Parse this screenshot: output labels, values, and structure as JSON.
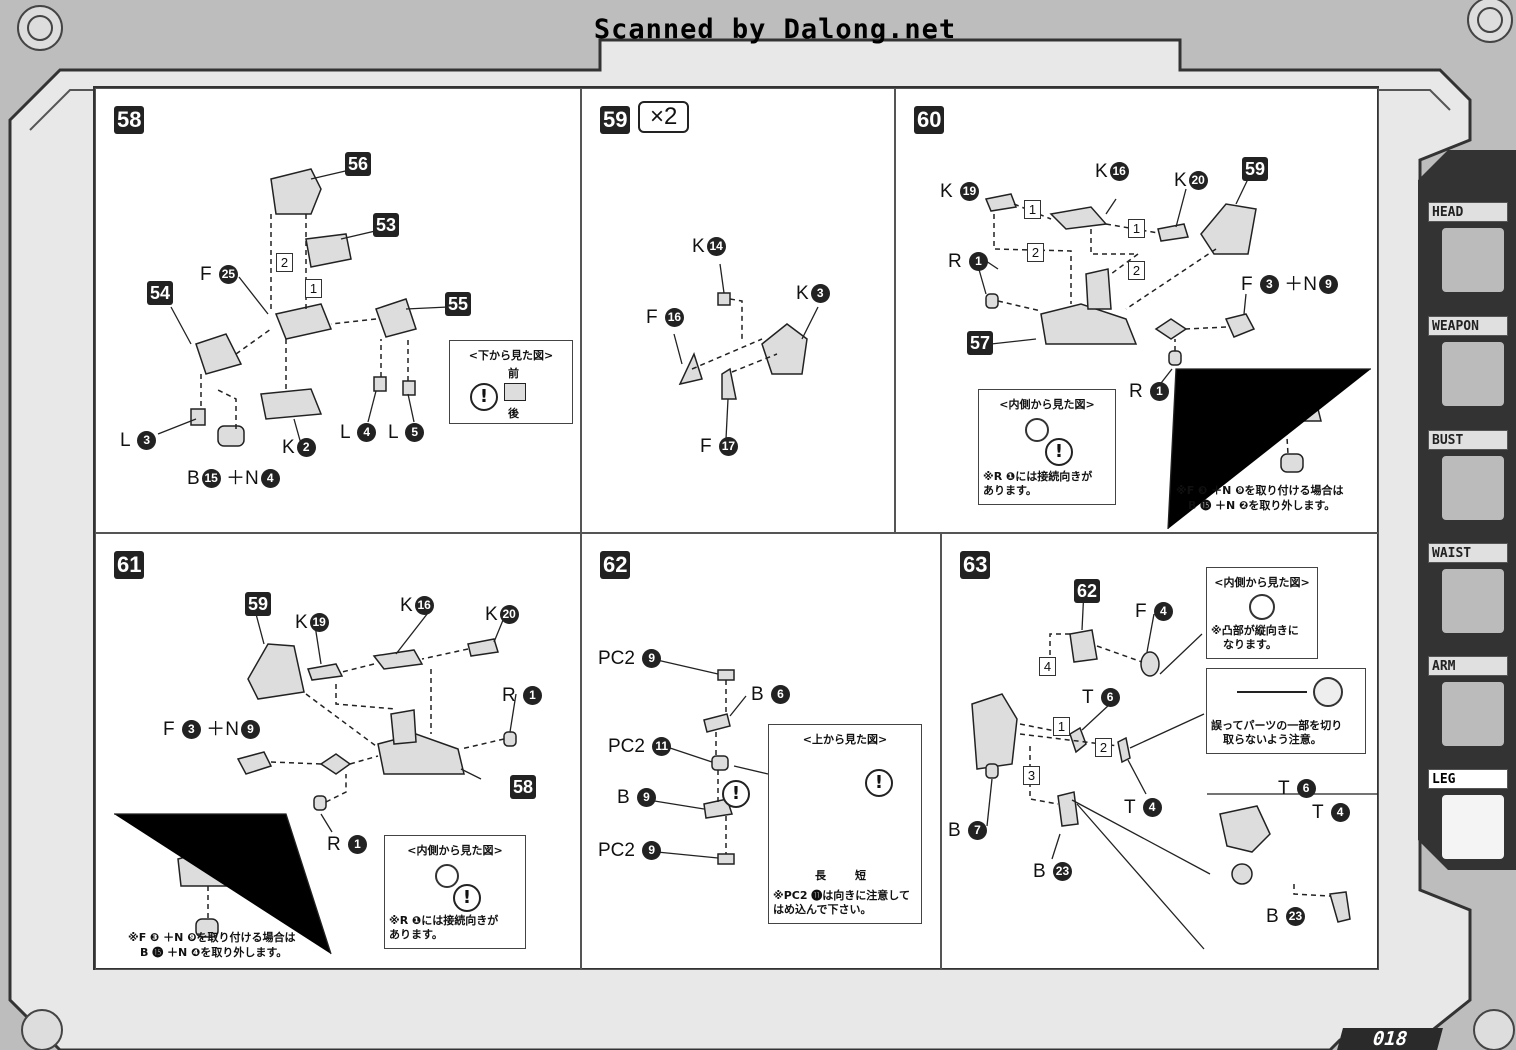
{
  "header": {
    "scan_credit": "Scanned by Dalong.net"
  },
  "page_number": "018",
  "sidebar": {
    "tabs": [
      {
        "label": "HEAD",
        "icon": "head-part-icon",
        "active": false
      },
      {
        "label": "WEAPON",
        "icon": "weapon-part-icon",
        "active": false
      },
      {
        "label": "BUST",
        "icon": "bust-part-icon",
        "active": false
      },
      {
        "label": "WAIST",
        "icon": "waist-part-icon",
        "active": false
      },
      {
        "label": "ARM",
        "icon": "arm-part-icon",
        "active": false
      },
      {
        "label": "LEG",
        "icon": "leg-part-icon",
        "active": true
      }
    ]
  },
  "steps": {
    "s58": {
      "num": "58",
      "tags": [
        "56",
        "53",
        "54",
        "55"
      ],
      "order_marks": [
        "2",
        "1"
      ],
      "parts": {
        "f25": "F",
        "f25n": "25",
        "l3": "L",
        "l3n": "3",
        "k2": "K",
        "k2n": "2",
        "l4": "L",
        "l4n": "4",
        "l5": "L",
        "l5n": "5",
        "b15": "B",
        "b15n": "15",
        "plus": "＋",
        "n4": "N",
        "n4n": "4"
      },
      "note": {
        "title": "<下から見た図>",
        "front": "前",
        "back": "後"
      }
    },
    "s59": {
      "num": "59",
      "multiplier": "×2",
      "parts": {
        "k14": "K",
        "k14n": "14",
        "k3": "K",
        "k3n": "3",
        "f16": "F",
        "f16n": "16",
        "f17": "F",
        "f17n": "17"
      }
    },
    "s60": {
      "num": "60",
      "tags": [
        "59",
        "57"
      ],
      "order_marks": [
        "1",
        "1",
        "2",
        "2"
      ],
      "parts": {
        "k19": "K",
        "k19n": "19",
        "k16": "K",
        "k16n": "16",
        "k20": "K",
        "k20n": "20",
        "r1a": "R",
        "r1an": "1",
        "r1b": "R",
        "r1bn": "1",
        "f3": "F",
        "f3n": "3",
        "plus": "＋",
        "n9": "N",
        "n9n": "9"
      },
      "note": {
        "title": "<内側から見た図>",
        "line1": "※R ❶には接続向きが",
        "line2": "あります。"
      },
      "footnote": {
        "line1": "※F ❸ ＋N ❾を取り付ける場合は",
        "line2": "B ⓯ ＋N ❷を取り外します。"
      }
    },
    "s61": {
      "num": "61",
      "tags": [
        "59",
        "58"
      ],
      "parts": {
        "k19": "K",
        "k19n": "19",
        "k16": "K",
        "k16n": "16",
        "k20": "K",
        "k20n": "20",
        "r1a": "R",
        "r1an": "1",
        "r1b": "R",
        "r1bn": "1",
        "f3": "F",
        "f3n": "3",
        "plus": "＋",
        "n9": "N",
        "n9n": "9"
      },
      "note": {
        "title": "<内側から見た図>",
        "line1": "※R ❶には接続向きが",
        "line2": "あります。"
      },
      "footnote": {
        "line1": "※F ❸ ＋N ❾を取り付ける場合は",
        "line2": "B ⓯ ＋N ❹を取り外します。"
      }
    },
    "s62": {
      "num": "62",
      "parts": {
        "pc2a": "PC2",
        "pc2an": "9",
        "b6": "B",
        "b6n": "6",
        "pc2b": "PC2",
        "pc2bn": "11",
        "b9": "B",
        "b9n": "9",
        "pc2c": "PC2",
        "pc2cn": "9"
      },
      "note": {
        "title": "<上から見た図>",
        "long": "長",
        "short": "短",
        "line1": "※PC2 ⓫は向きに注意して",
        "line2": "はめ込んで下さい。"
      }
    },
    "s63": {
      "num": "63",
      "tags": [
        "62"
      ],
      "order_marks": [
        "4",
        "1",
        "2",
        "3"
      ],
      "parts": {
        "f4": "F",
        "f4n": "4",
        "t6a": "T",
        "t6an": "6",
        "t4a": "T",
        "t4an": "4",
        "b7": "B",
        "b7n": "7",
        "b23a": "B",
        "b23an": "23",
        "t6b": "T",
        "t6bn": "6",
        "t4b": "T",
        "t4bn": "4",
        "b23b": "B",
        "b23bn": "23"
      },
      "note1": {
        "title": "<内側から見た図>",
        "line1": "※凸部が縦向きに",
        "line2": "なります。"
      },
      "note2": {
        "line1": "誤ってパーツの一部を切り",
        "line2": "取らないよう注意。"
      }
    }
  },
  "colors": {
    "ink": "#222222",
    "paper": "#ffffff",
    "frame": "#c8c8c8"
  }
}
